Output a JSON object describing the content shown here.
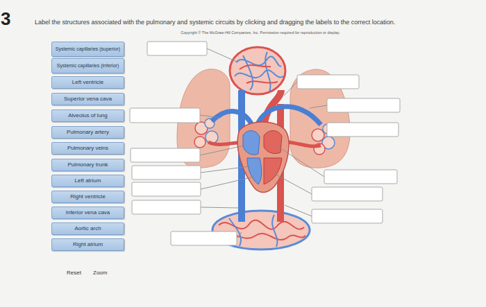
{
  "diagram": {
    "title": "Label the structures associated with the pulmonary and systemic circuits by clicking and dragging the labels to the correct location.",
    "nodes": [
      {
        "text": [
          "Systemic capillaries (superior)"
        ]
      },
      {
        "text": [
          "Systemic capillaries (inferior)"
        ]
      },
      {
        "text": [
          "Left ventricle"
        ]
      },
      {
        "text": [
          "Superior vena cava"
        ]
      },
      {
        "text": [
          "Alveolus of lung"
        ]
      },
      {
        "text": [
          "Pulmonary artery"
        ]
      },
      {
        "text": [
          "Pulmonary veins"
        ]
      },
      {
        "text": [
          "Pulmonary trunk"
        ]
      },
      {
        "text": [
          "Left atrium"
        ]
      },
      {
        "text": [
          "Right ventricle"
        ]
      },
      {
        "text": [
          "Inferior vena cava"
        ]
      },
      {
        "text": [
          "Aortic arch"
        ]
      },
      {
        "text": [
          "Right atrium"
        ]
      }
    ],
    "labels": [
      "3",
      "Copyright © The McGraw-Hill Companies, Inc. Permission required for reproduction or display.",
      "Reset",
      "Zoom"
    ]
  }
}
